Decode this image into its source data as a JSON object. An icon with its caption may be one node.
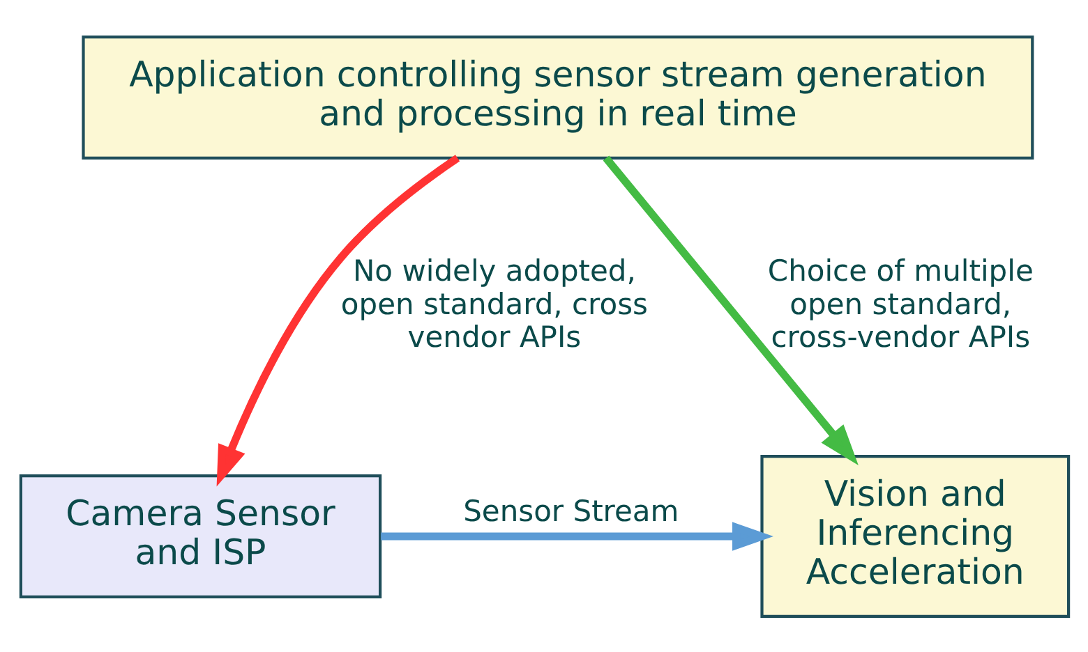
{
  "diagram": {
    "nodes": [
      {
        "text": [
          "Application controlling sensor stream generation and processing in real time"
        ]
      },
      {
        "text": [
          "Camera Sensor and ISP"
        ]
      },
      {
        "text": [
          "Vision and Inferencing Acceleration"
        ]
      }
    ],
    "edges": [
      {
        "from": 0,
        "to": 1,
        "arrow": "to",
        "label": "No widely adopted, open standard, cross vendor APIs",
        "color": "#ff3333"
      },
      {
        "from": 0,
        "to": 2,
        "arrow": "to",
        "label": "Choice of multiple open standard, cross-vendor APIs",
        "color": "#44bb44"
      },
      {
        "from": 1,
        "to": 2,
        "arrow": "to",
        "label": "Sensor Stream",
        "color": "#5b9bd5"
      }
    ]
  }
}
